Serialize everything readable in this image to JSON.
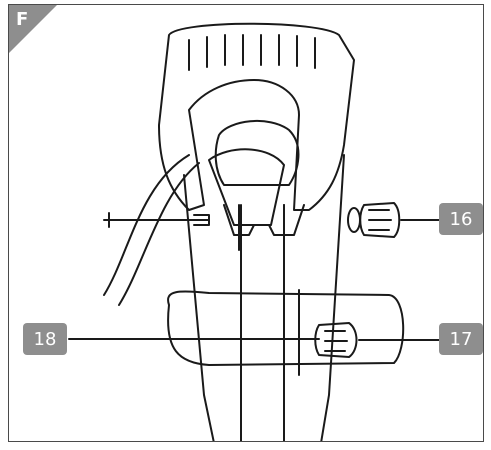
{
  "figure": {
    "panel_letter": "F",
    "callouts": [
      {
        "id": "callout-16",
        "label": "16"
      },
      {
        "id": "callout-17",
        "label": "17"
      },
      {
        "id": "callout-18",
        "label": "18"
      }
    ]
  },
  "colors": {
    "line": "#1a1a1a",
    "callout_bg": "#8e8e8e",
    "callout_text": "#ffffff",
    "frame": "#4a4a4a"
  }
}
